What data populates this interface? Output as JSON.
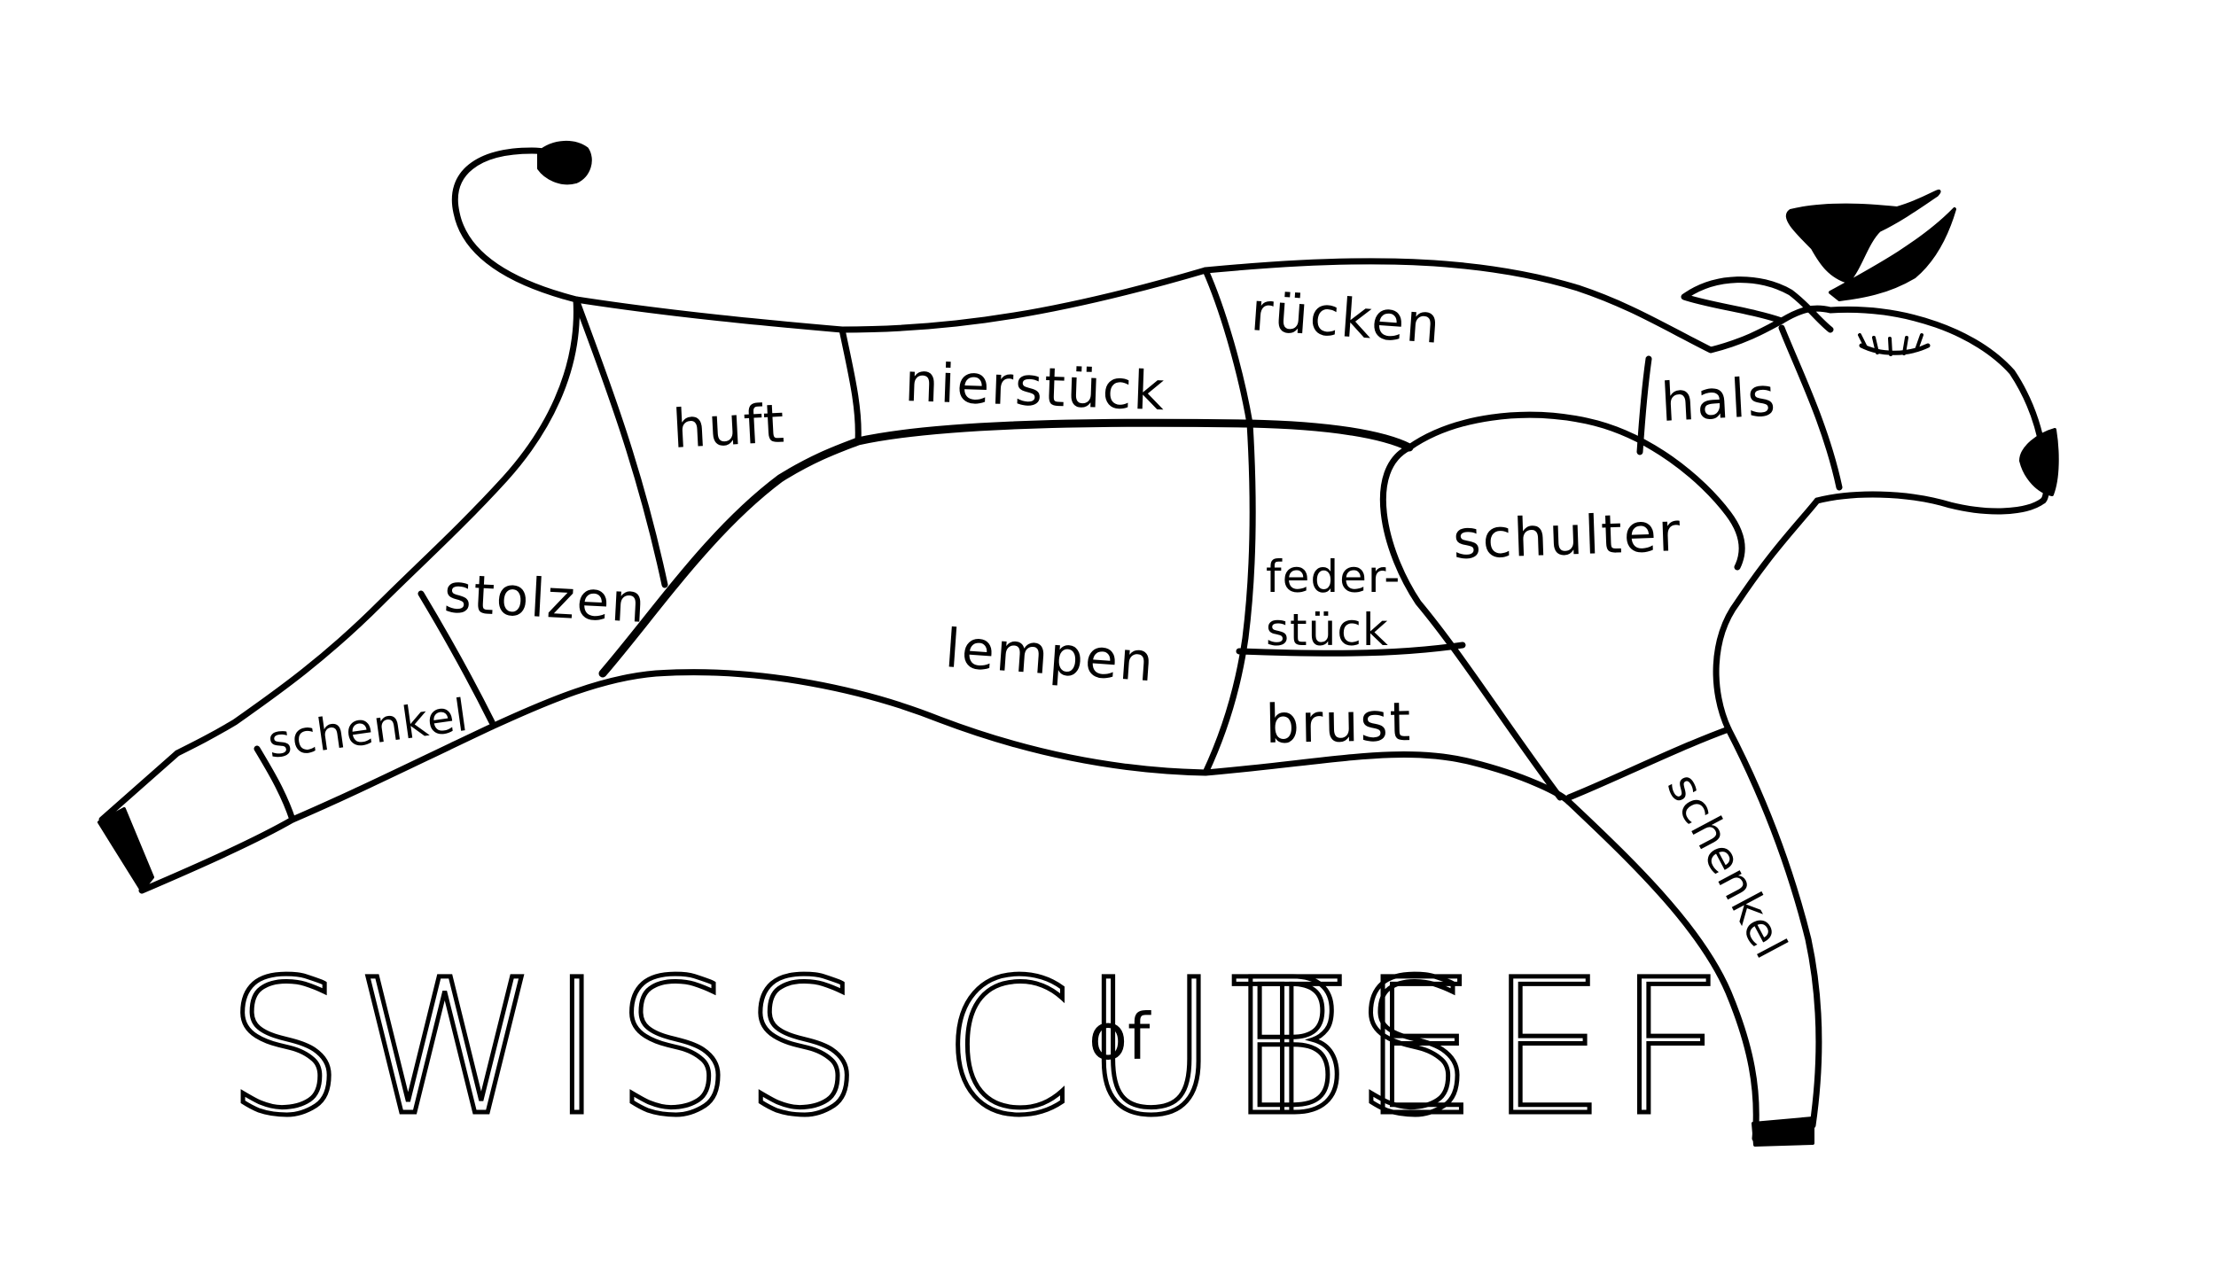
{
  "cuts": {
    "ruecken": "rücken",
    "nierstueck": "nierstück",
    "huft": "huft",
    "hals": "hals",
    "schulter": "schulter",
    "stolzen": "stolzen",
    "lempen": "lempen",
    "federstueck_line1": "feder-",
    "federstueck_line2": "stück",
    "brust": "brust",
    "schenkel_hind": "schenkel",
    "schenkel_front": "schenkel"
  },
  "title": {
    "part1": "SWISS CUTS",
    "connector": "of",
    "part2": "BEEF"
  },
  "colors": {
    "ink": "#000000",
    "paper": "#ffffff"
  }
}
